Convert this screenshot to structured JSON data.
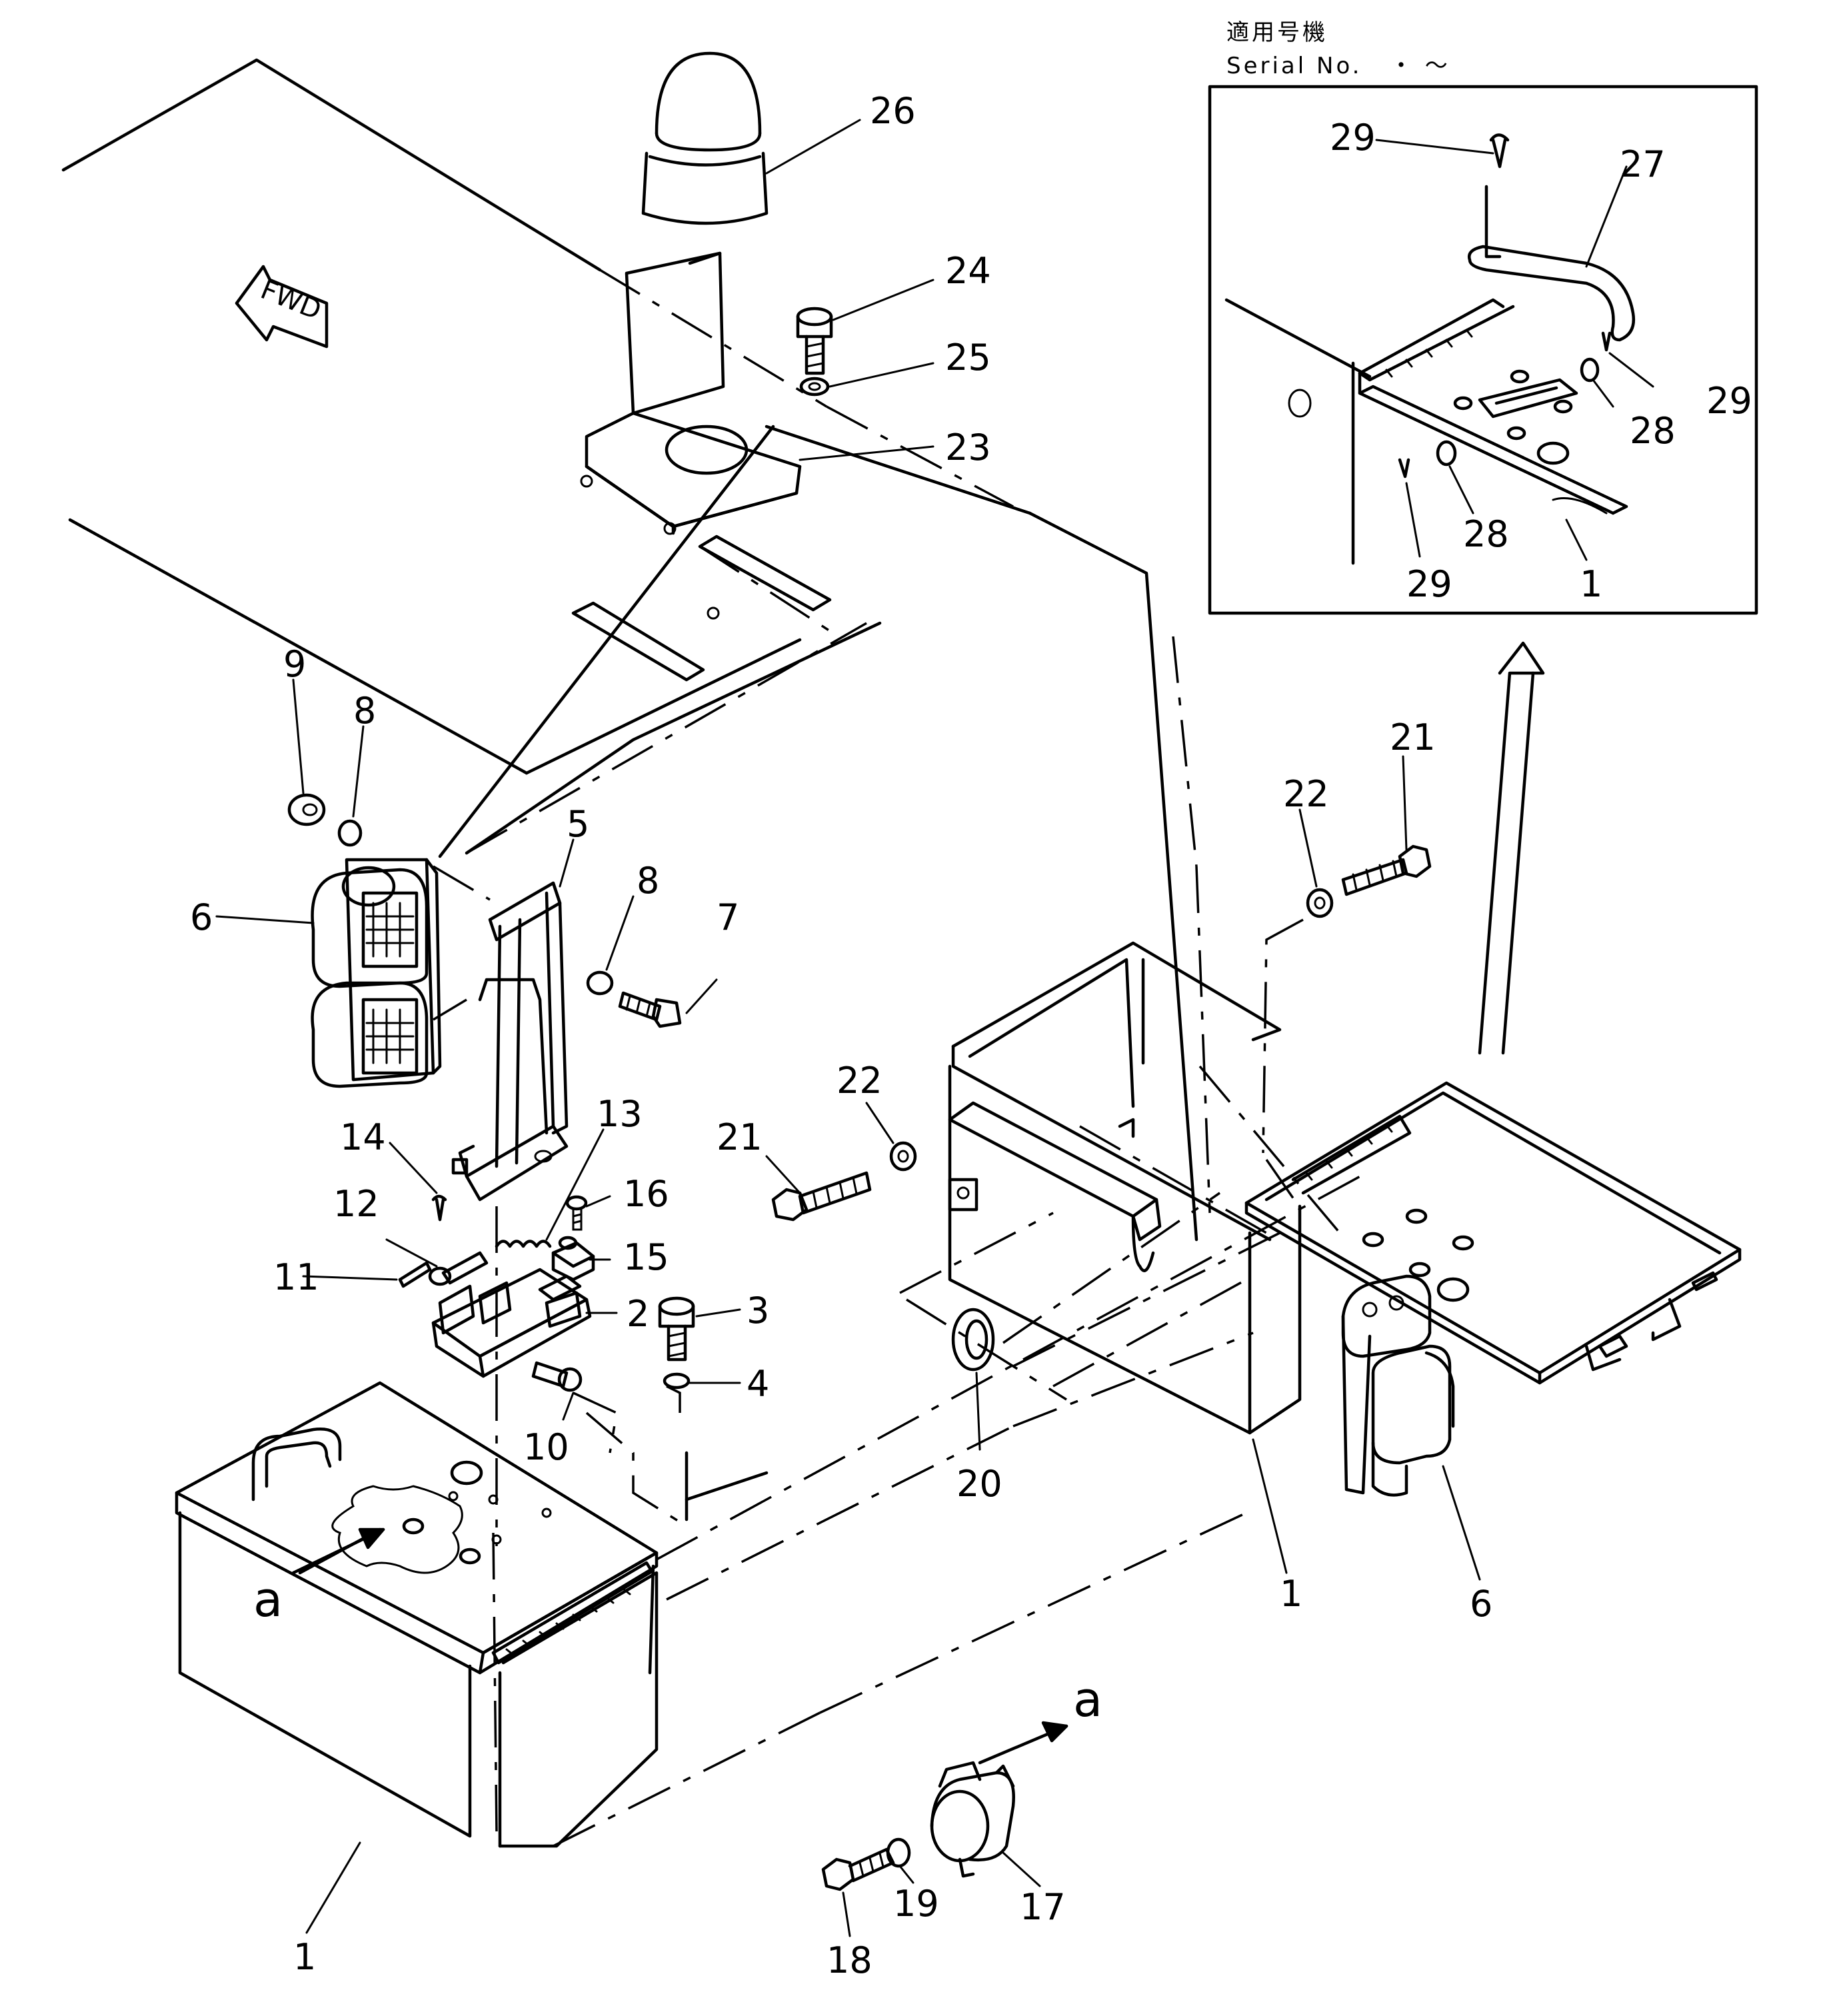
{
  "serial": {
    "jp": "適用号機",
    "en": "Serial No.",
    "range": "・  ～"
  },
  "fwd_label": "FWD",
  "view_marks": {
    "main": "a",
    "detail": "a"
  },
  "callouts": {
    "c1a": "1",
    "c1b": "1",
    "c1c": "1",
    "c2": "2",
    "c3": "3",
    "c4": "4",
    "c5": "5",
    "c6a": "6",
    "c6b": "6",
    "c7": "7",
    "c8a": "8",
    "c8b": "8",
    "c9": "9",
    "c10": "10",
    "c11": "11",
    "c12": "12",
    "c13": "13",
    "c14": "14",
    "c15": "15",
    "c16": "16",
    "c17": "17",
    "c18": "18",
    "c19": "19",
    "c20": "20",
    "c21a": "21",
    "c21b": "21",
    "c22a": "22",
    "c22b": "22",
    "c23": "23",
    "c24": "24",
    "c25": "25",
    "c26": "26",
    "c27": "27",
    "c28a": "28",
    "c28b": "28",
    "c29a": "29",
    "c29b": "29",
    "c29c": "29"
  }
}
